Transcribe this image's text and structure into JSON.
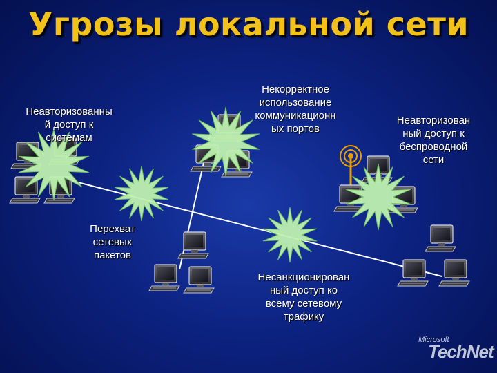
{
  "title": "Угрозы локальной сети",
  "labels": {
    "unauthorized_system_access": "Неавторизованны\nй доступ к\nсистемам",
    "port_misuse": "Некорректное\nиспользование\nкоммуникационн\nых портов",
    "wireless_access": "Неавторизован\nный доступ к\nбеспроводной\nсети",
    "packet_interception": "Перехват\nсетевых\nпакетов",
    "traffic_access": "Несанкционирован\nный доступ ко\nвсему сетевому\nтрафику"
  },
  "logo": {
    "brand": "Microsoft",
    "product": "TechNet"
  },
  "colors": {
    "title": "#f2c21a",
    "burst_fill": "#bff0b0",
    "network_line": "#ffffff",
    "antenna": "#e8a000"
  },
  "icons": [
    "computer-icon",
    "threat-burst-icon",
    "wireless-antenna-icon"
  ]
}
